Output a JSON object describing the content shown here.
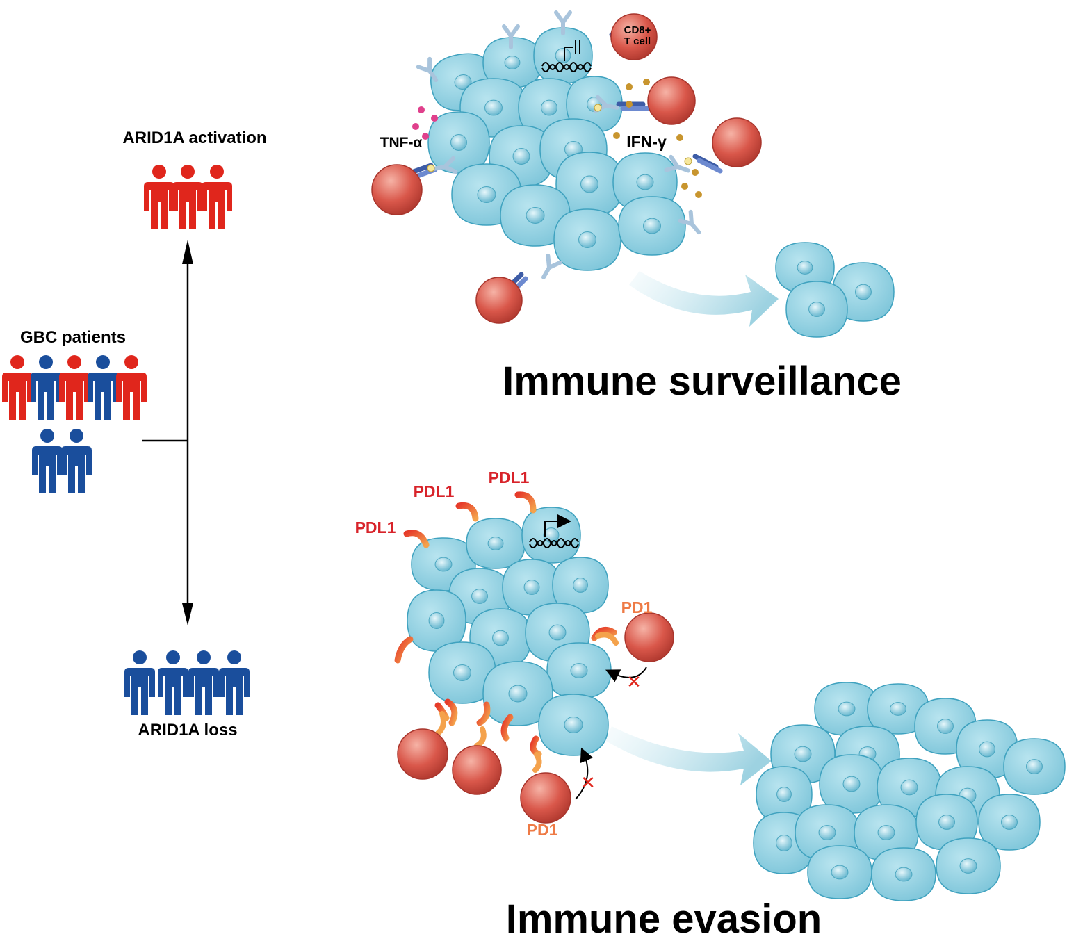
{
  "left_panel": {
    "activation_label": "ARID1A activation",
    "patients_label": "GBC patients",
    "loss_label": "ARID1A loss"
  },
  "top_panel": {
    "tnf_label": "TNF-α",
    "ifn_label": "IFN-γ",
    "cd8_label_line1": "CD8+",
    "cd8_label_line2": "T cell",
    "title": "Immune surveillance"
  },
  "bottom_panel": {
    "pdl1_label_1": "PDL1",
    "pdl1_label_2": "PDL1",
    "pdl1_label_3": "PDL1",
    "pd1_label_right": "PD1",
    "pd1_label_bottom": "PD1",
    "title": "Immune evasion"
  },
  "colors": {
    "activation_person": "#e0261c",
    "loss_person": "#1a4e9c",
    "cell_fill": "#8fd0e0",
    "cell_stroke": "#3fa2bf",
    "t_cell": "#d9574a",
    "pdl1_text": "#d8232a",
    "pd1_text": "#ee7a45",
    "tnf_dots": "#e0408c",
    "ifn_dots": "#c8952e"
  }
}
